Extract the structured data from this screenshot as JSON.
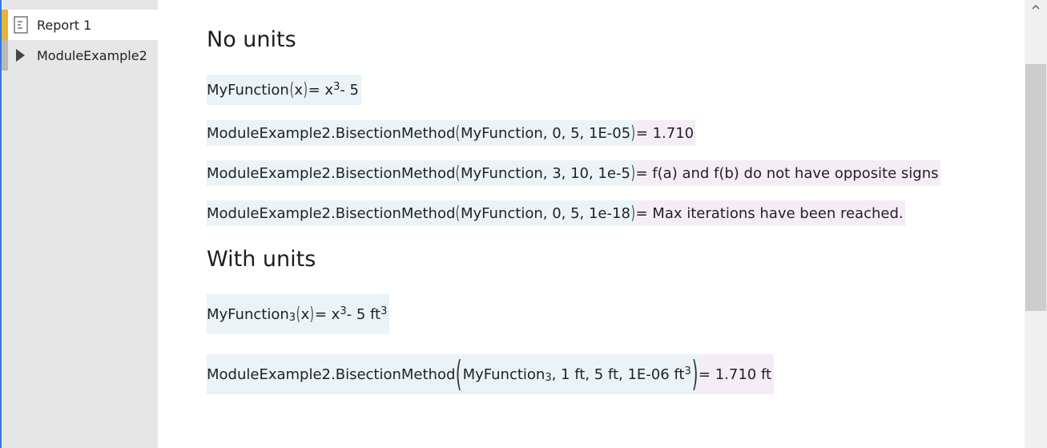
{
  "sidebar": {
    "items": [
      {
        "label": "Report 1",
        "icon": "document-icon"
      },
      {
        "label": "ModuleExample2",
        "icon": "expand-triangle-icon"
      }
    ]
  },
  "content": {
    "heading1": "No units",
    "eq1": {
      "lhs_fn": "MyFunction",
      "lhs_arg": "x",
      "rhs_prefix": " = x",
      "rhs_exp": "3",
      "rhs_suffix": " - 5"
    },
    "eq2": {
      "fn": "ModuleExample2.BisectionMethod",
      "args": "MyFunction, 0, 5, 1E-05",
      "result": " = 1.710"
    },
    "eq3": {
      "fn": "ModuleExample2.BisectionMethod",
      "args": "MyFunction, 3, 10, 1e-5",
      "result": " = f(a) and f(b) do not have opposite signs"
    },
    "eq4": {
      "fn": "ModuleExample2.BisectionMethod",
      "args": "MyFunction, 0, 5, 1e-18",
      "result": " = Max iterations have been reached."
    },
    "heading2": "With units",
    "eq5": {
      "lhs_fn": "MyFunction",
      "lhs_sub": "3",
      "lhs_arg": "x",
      "rhs_prefix": " = x",
      "rhs_exp": "3",
      "rhs_mid": " - 5 ft",
      "rhs_exp2": "3"
    },
    "eq6": {
      "fn": "ModuleExample2.BisectionMethod",
      "arg_fn": "MyFunction",
      "arg_sub": "3",
      "args_rest": ", 1 ft, 5 ft, 1E-06 ft",
      "args_exp": "3",
      "result": " = 1.710 ft"
    }
  }
}
